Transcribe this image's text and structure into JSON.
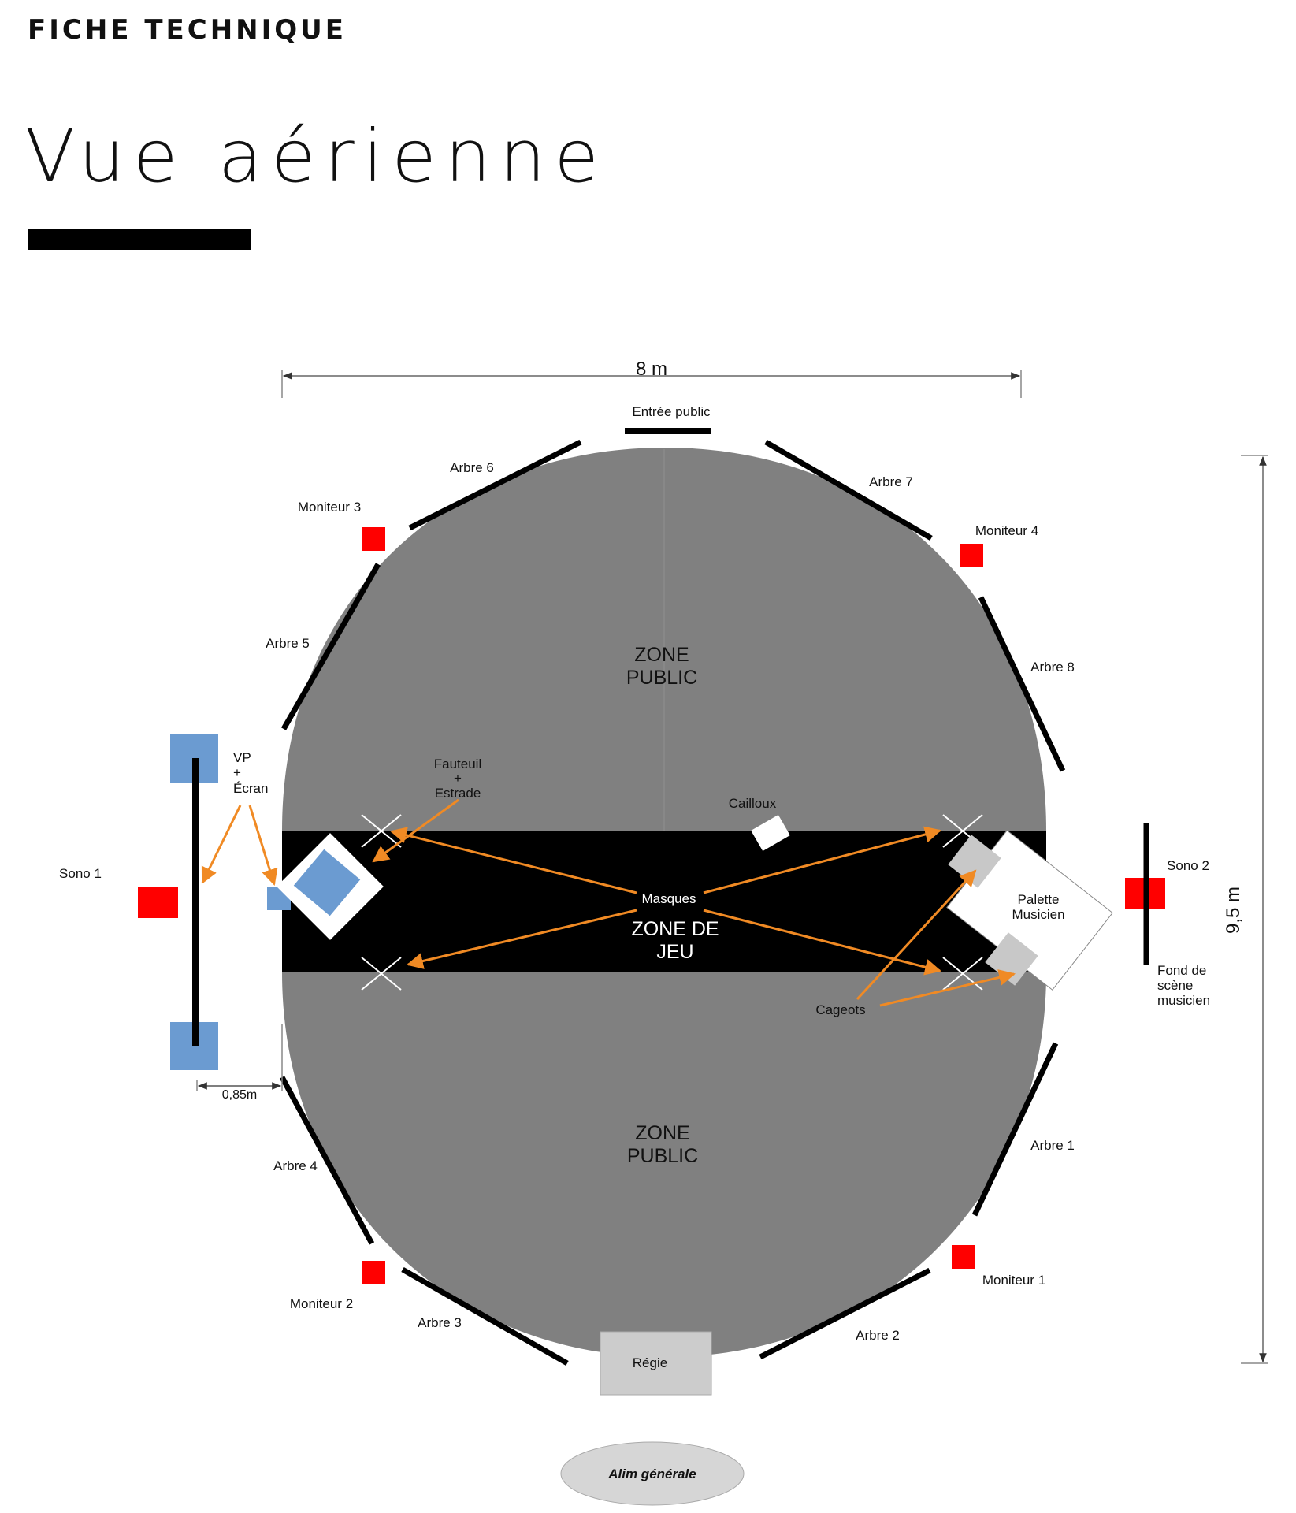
{
  "header": {
    "section": "FICHE TECHNIQUE",
    "title": "Vue aérienne"
  },
  "diagram": {
    "width_dimension": "8 m",
    "height_dimension": "9,5 m",
    "offset_dimension": "0,85m",
    "entry": "Entrée public",
    "zones": {
      "public_top": [
        "ZONE",
        "PUBLIC"
      ],
      "public_bottom": [
        "ZONE",
        "PUBLIC"
      ],
      "stage": [
        "ZONE DE",
        "JEU"
      ]
    },
    "trees": {
      "t1": "Arbre 1",
      "t2": "Arbre 2",
      "t3": "Arbre 3",
      "t4": "Arbre 4",
      "t5": "Arbre 5",
      "t6": "Arbre 6",
      "t7": "Arbre 7",
      "t8": "Arbre 8"
    },
    "monitors": {
      "m1": "Moniteur 1",
      "m2": "Moniteur 2",
      "m3": "Moniteur 3",
      "m4": "Moniteur 4"
    },
    "sound": {
      "s1": "Sono 1",
      "s2": "Sono 2"
    },
    "projector": [
      "VP",
      "+",
      "Écran"
    ],
    "armchair": [
      "Fauteuil",
      "+",
      "Estrade"
    ],
    "stones": "Cailloux",
    "masks": "Masques",
    "pallet": [
      "Palette",
      "Musicien"
    ],
    "crates": "Cageots",
    "backdrop": [
      "Fond de",
      "scène",
      "musicien"
    ],
    "control": "Régie",
    "power": "Alim générale",
    "colors": {
      "public": "#808080",
      "stage": "#000000",
      "speaker": "#ff0000",
      "projector": "#6b9bd1",
      "arrow": "#f08a24",
      "control": "#cccccc"
    }
  }
}
